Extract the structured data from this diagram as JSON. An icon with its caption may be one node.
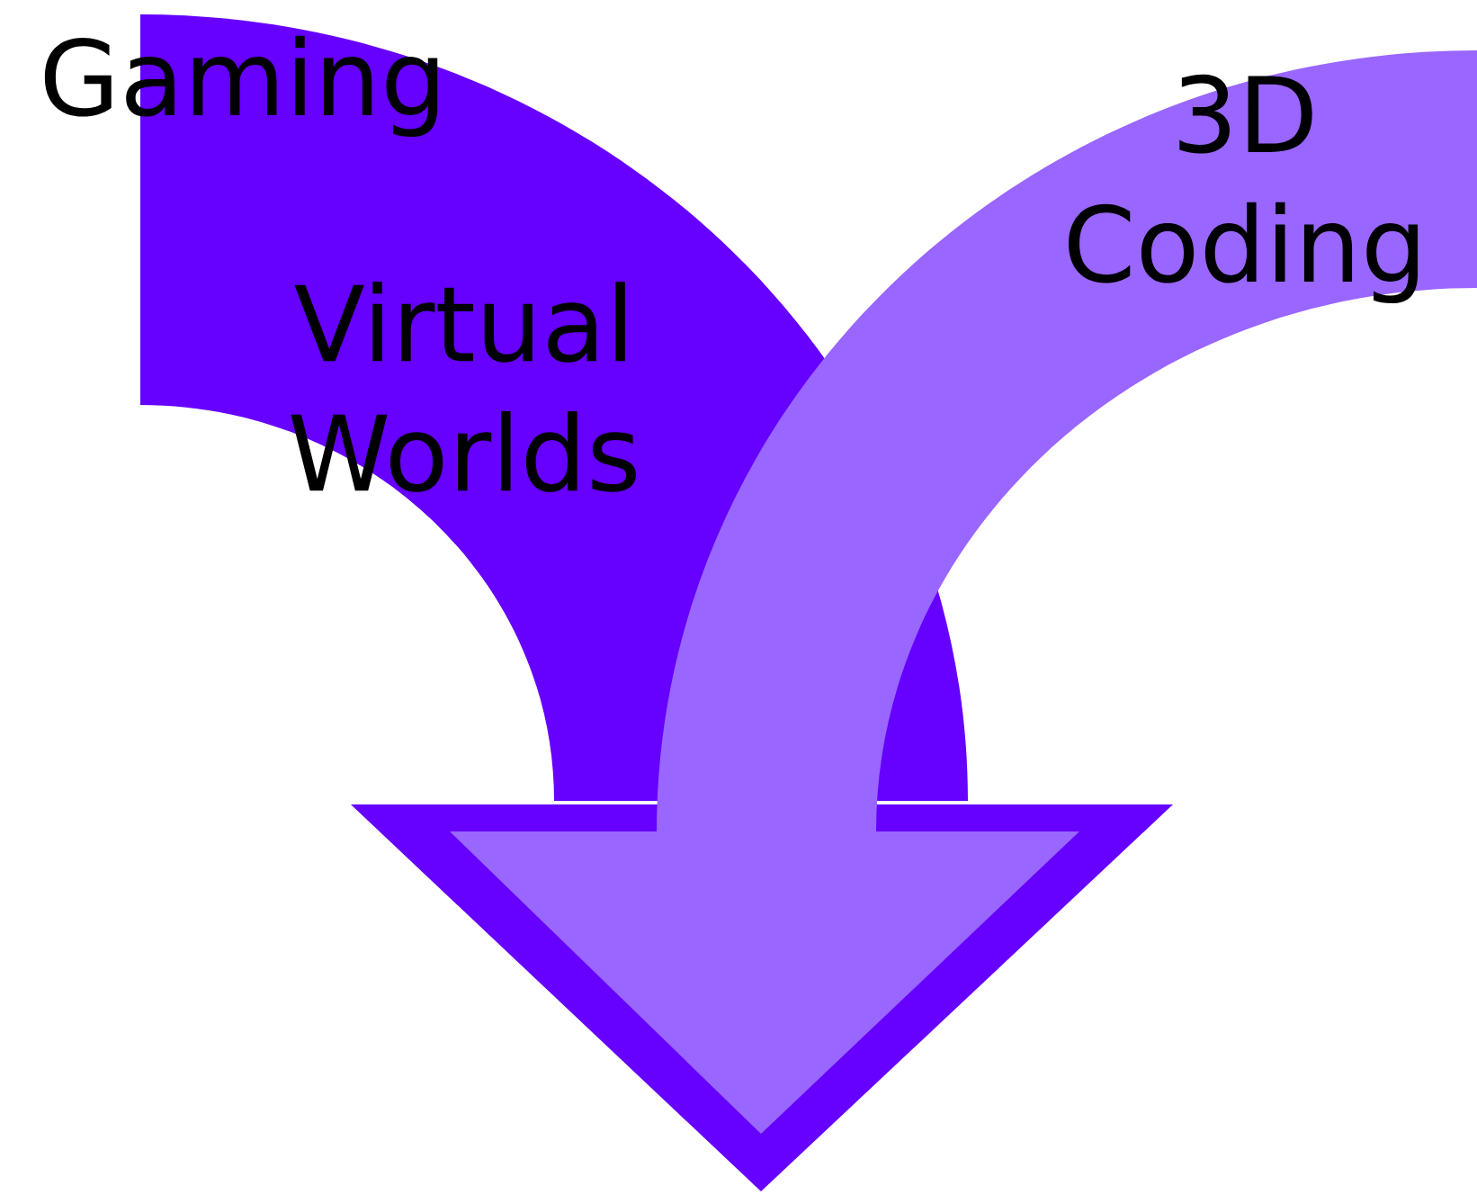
{
  "diagram": {
    "labels": [
      "Gaming",
      "Virtual Worlds",
      "3D Coding"
    ]
  }
}
